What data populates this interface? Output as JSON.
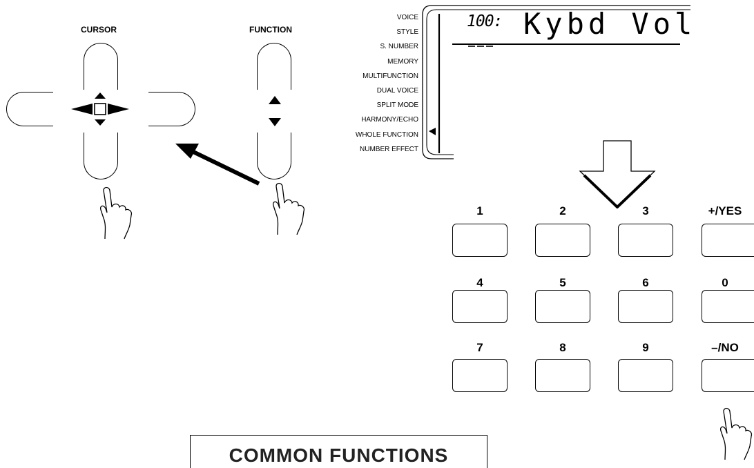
{
  "cursor": {
    "title": "CURSOR"
  },
  "function": {
    "title": "FUNCTION"
  },
  "menu": {
    "items": [
      "VOICE",
      "STYLE",
      "S. NUMBER",
      "MEMORY",
      "MULTIFUNCTION",
      "DUAL VOICE",
      "SPLIT MODE",
      "HARMONY/ECHO",
      "WHOLE FUNCTION",
      "NUMBER EFFECT"
    ],
    "selected": "WHOLE FUNCTION"
  },
  "display": {
    "number": "100:",
    "text": "Kybd Vol"
  },
  "keypad": {
    "keys": [
      "1",
      "2",
      "3",
      "+/YES",
      "4",
      "5",
      "6",
      "0",
      "7",
      "8",
      "9",
      "–/NO"
    ]
  },
  "banner": {
    "label": "COMMON FUNCTIONS"
  },
  "icons": [
    "hand-pointer-icon",
    "arrow-up-icon",
    "arrow-down-icon",
    "arrow-left-icon",
    "arrow-right-icon"
  ]
}
